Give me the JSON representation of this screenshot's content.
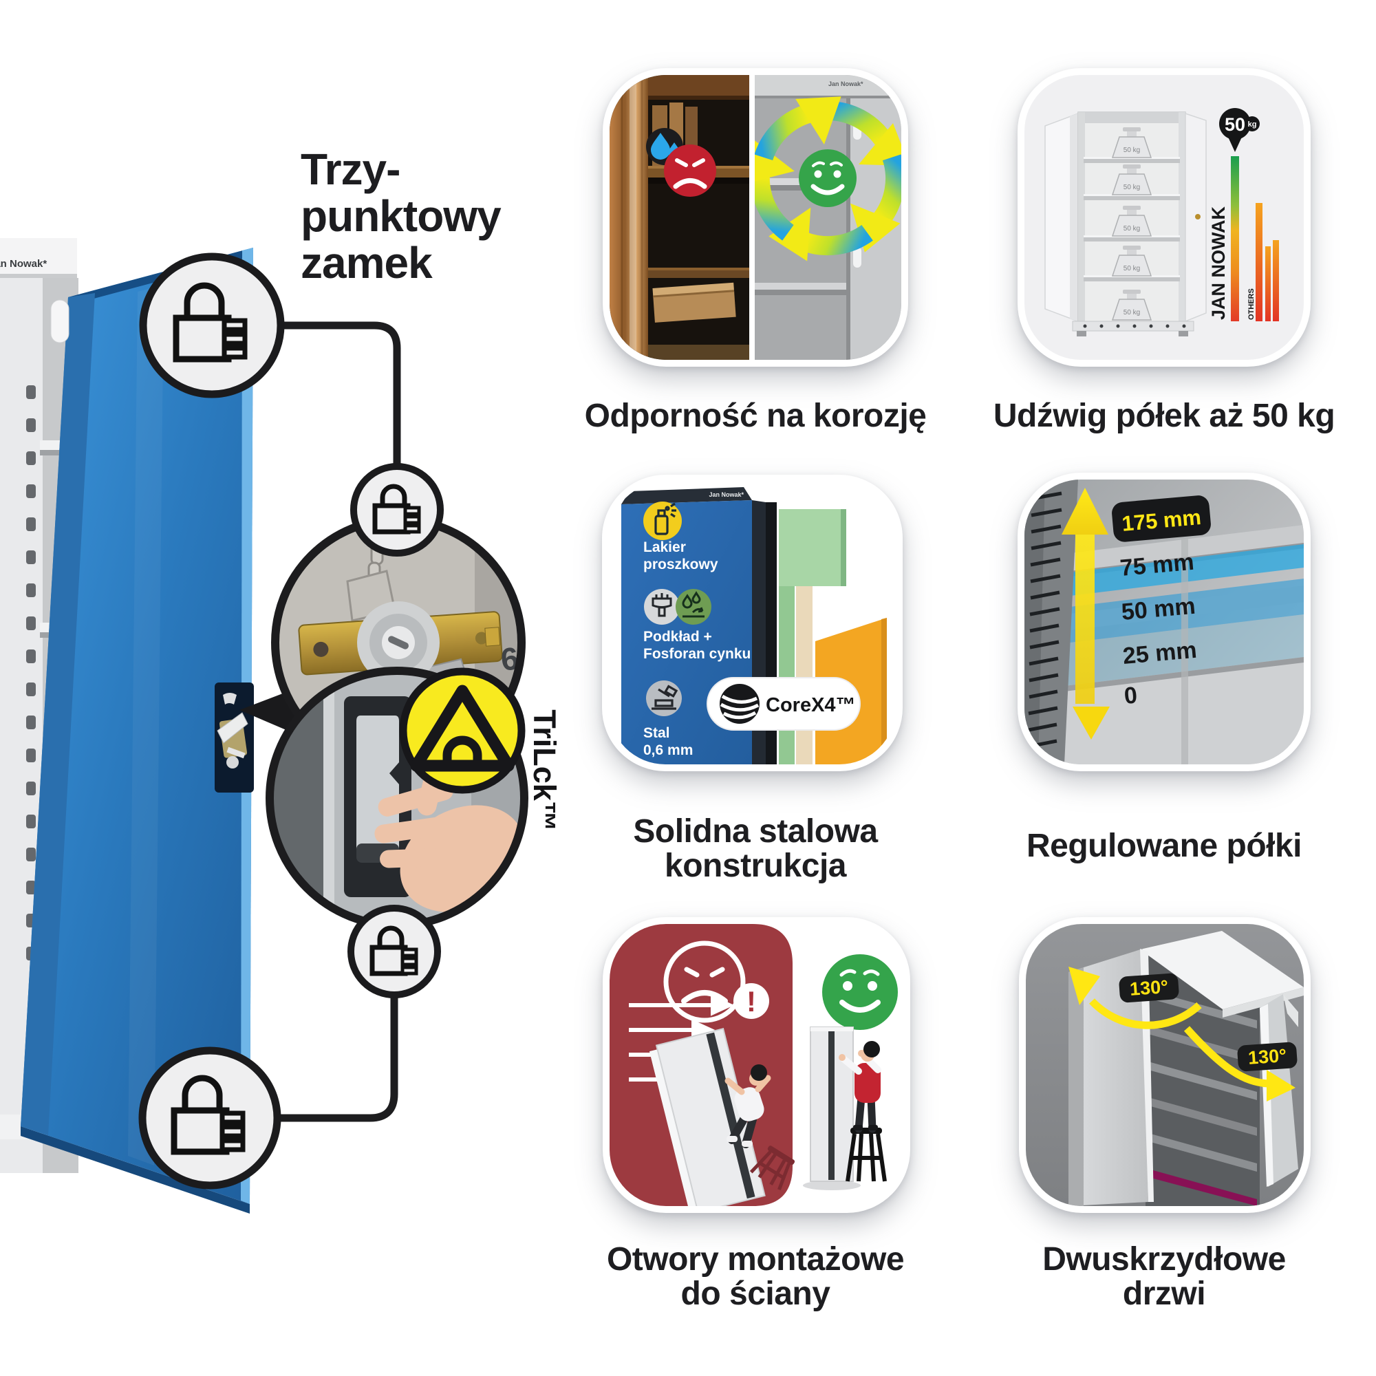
{
  "title": {
    "lines": [
      "Trzy-",
      "punktowy",
      "zamek"
    ]
  },
  "left": {
    "trilck": "TriLck™",
    "brand": "Jan Nowak*"
  },
  "colors": {
    "door_blue": "#2f82c8",
    "accent_yellow": "#f8ea1f",
    "alert_red": "#c2212f",
    "ok_green": "#35a44a",
    "tile5_red": "#9d3a40"
  },
  "tiles": {
    "corrosion": {
      "caption": "Odporność na korozję",
      "brand": "Jan Nowak*"
    },
    "load": {
      "caption": "Udźwig półek aż 50 kg",
      "badge_value": "50",
      "badge_unit": "kg",
      "bar_label": "JAN NOWAK",
      "others_label": "OTHERS",
      "weight_label": "50 kg"
    },
    "steel": {
      "caption_line1": "Solidna stalowa",
      "caption_line2": "konstrukcja",
      "brand": "Jan Nowak*",
      "feature1_line1": "Lakier",
      "feature1_line2": "proszkowy",
      "feature2_line1": "Podkład +",
      "feature2_line2": "Fosforan cynku",
      "feature3_line1": "Stal",
      "feature3_line2": "0,6 mm",
      "badge": "CoreX4™"
    },
    "shelves": {
      "caption": "Regulowane półki",
      "labels": [
        "175 mm",
        "75 mm",
        "50 mm",
        "25 mm",
        "0"
      ]
    },
    "mounting": {
      "caption_line1": "Otwory montażowe",
      "caption_line2": "do ściany",
      "alert": "!"
    },
    "doors": {
      "caption_line1": "Dwuskrzydłowe",
      "caption_line2": "drzwi",
      "angle_left": "130°",
      "angle_right": "130°"
    }
  }
}
